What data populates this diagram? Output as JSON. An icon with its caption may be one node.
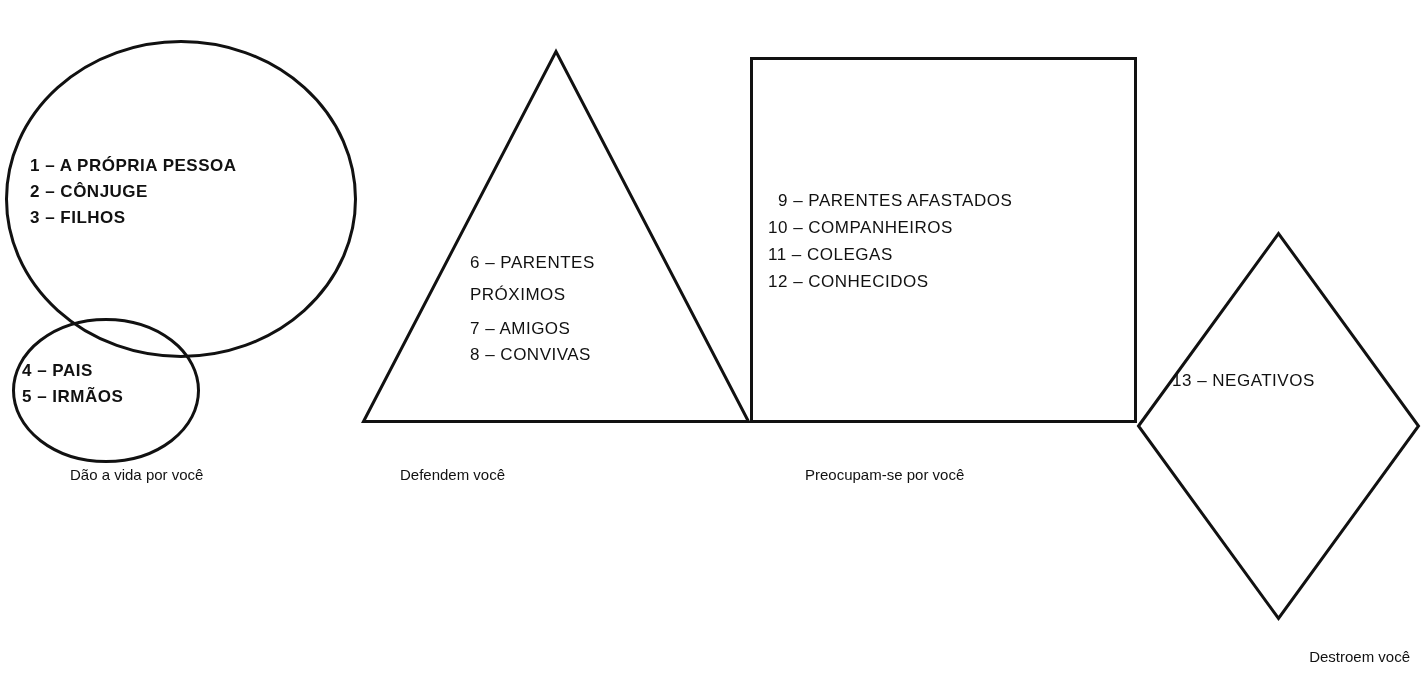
{
  "diagram": {
    "nodes": [
      {
        "text": [
          "1 – A PRÓPRIA PESSOA",
          "2 – CÔNJUGE",
          "3 – FILHOS"
        ]
      },
      {
        "text": [
          "4 – PAIS",
          "5 – IRMÃOS"
        ],
        "beside": [
          "Dão a vida por você"
        ]
      },
      {
        "text": [
          "6 – PARENTES PRÓXIMOS",
          "7 – AMIGOS",
          "8 – CONVIVAS"
        ],
        "beside": [
          "Defendem você"
        ]
      },
      {
        "text": [
          "9 – PARENTES AFASTADOS",
          "10 – COMPANHEIROS",
          "11 – COLEGAS",
          "12 – CONHECIDOS"
        ],
        "beside": [
          "Preocupam-se por você"
        ]
      },
      {
        "text": [
          "13 – NEGATIVOS"
        ],
        "beside": [
          "Destroem você"
        ]
      }
    ],
    "edges": []
  }
}
